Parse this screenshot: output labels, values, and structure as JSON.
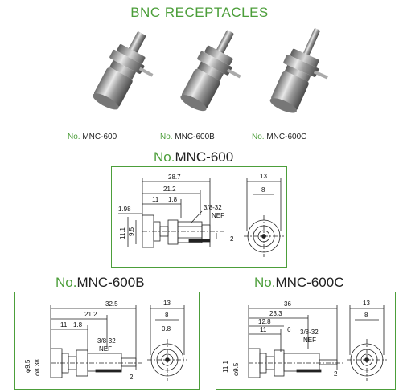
{
  "page": {
    "title": "BNC RECEPTACLES",
    "accent_color": "#4c9e3a"
  },
  "photos": [
    {
      "no": "No.",
      "model": "MNC-600"
    },
    {
      "no": "No.",
      "model": "MNC-600B"
    },
    {
      "no": "No.",
      "model": "MNC-600C"
    }
  ],
  "drawings": {
    "mnc600": {
      "no": "No.",
      "model": "MNC-600",
      "dims": {
        "d287": "28.7",
        "d212": "21.2",
        "d11": "11",
        "d18": "1.8",
        "d198": "1.98",
        "thread": "3/8-32",
        "nef": "NEF",
        "d111": "11.1",
        "d95": "9.5",
        "d13": "13",
        "d8": "8",
        "d2": "2"
      }
    },
    "mnc600b": {
      "no": "No.",
      "model": "MNC-600B",
      "dims": {
        "d325": "32.5",
        "d212": "21.2",
        "d11": "11",
        "d18": "1.8",
        "thread": "3/8-32",
        "nef": "NEF",
        "phi95": "φ9.5",
        "phi838": "φ8.38",
        "d13": "13",
        "d8": "8",
        "d08": "0.8",
        "d2": "2"
      }
    },
    "mnc600c": {
      "no": "No.",
      "model": "MNC-600C",
      "dims": {
        "d36": "36",
        "d233": "23.3",
        "d128": "12.8",
        "d11": "11",
        "d6": "6",
        "thread": "3/8-32",
        "nef": "NEF",
        "d111": "11.1",
        "phi95": "φ9.5",
        "d13": "13",
        "d8": "8",
        "d2": "2"
      }
    }
  }
}
